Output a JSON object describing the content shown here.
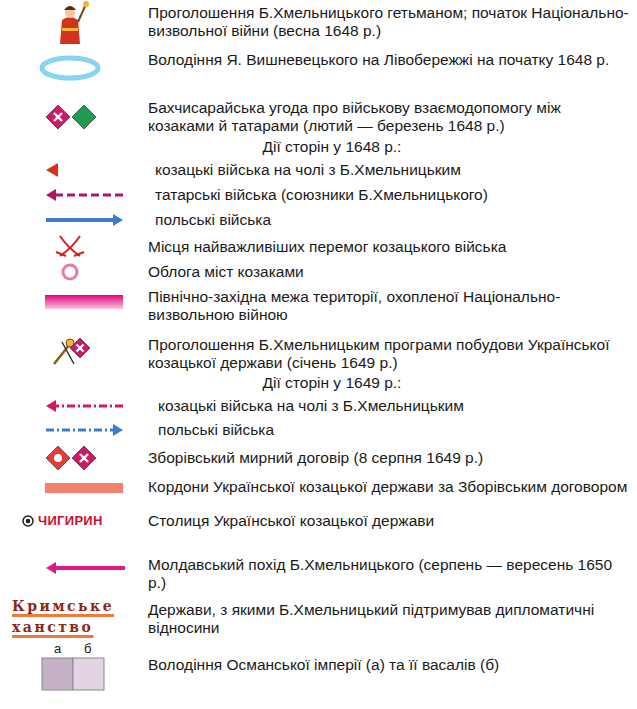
{
  "diagram": {
    "labels": [
      "Дії сторін у 1648 р.:",
      "Дії сторін у 1649 р.:",
      "ЧИГИРИН",
      "Кримське ханство",
      "а",
      "б"
    ],
    "legend": [
      {
        "text": "Проголошення Б.Хмельницького гетьманом; початок Національно-визвольної війни (весна 1648 р.)"
      },
      {
        "text": "Володіння Я. Вишневецького на Лівобережжі на початку 1648 р."
      },
      {
        "text": "Бахчисарайська угода про військову взаємодопомогу між козаками й татарами (лютий — березень 1648 р.)"
      },
      {
        "text": "козацькі війська на чолі з Б.Хмельницьким"
      },
      {
        "text": "татарські війська (союзники Б.Хмельницького)"
      },
      {
        "text": "польські війська"
      },
      {
        "text": "Місця найважливіших перемог козацького війська"
      },
      {
        "text": "Облога міст козаками"
      },
      {
        "text": "Північно-західна межа території, охопленої Національно-визвольною війною"
      },
      {
        "text": "Проголошення Б.Хмельницьким програми побудови Української козацької держави (січень 1649 р.)"
      },
      {
        "text": "козацькі війська на чолі з Б.Хмельницьким"
      },
      {
        "text": "польські війська"
      },
      {
        "text": "Зборівський мирний договір (8 серпня 1649 р.)"
      },
      {
        "text": "Кордони Української козацької держави за Зборівським договором"
      },
      {
        "text": "Столиця Української козацької держави"
      },
      {
        "text": "Молдавський похід Б.Хмельницького (серпень — вересень 1650 р.)"
      },
      {
        "text": "Держави, з якими Б.Хмельницький підтримував дипломатичні відносини"
      },
      {
        "text": "Володіння Османської імперії (а) та її васалів (б)"
      }
    ]
  }
}
